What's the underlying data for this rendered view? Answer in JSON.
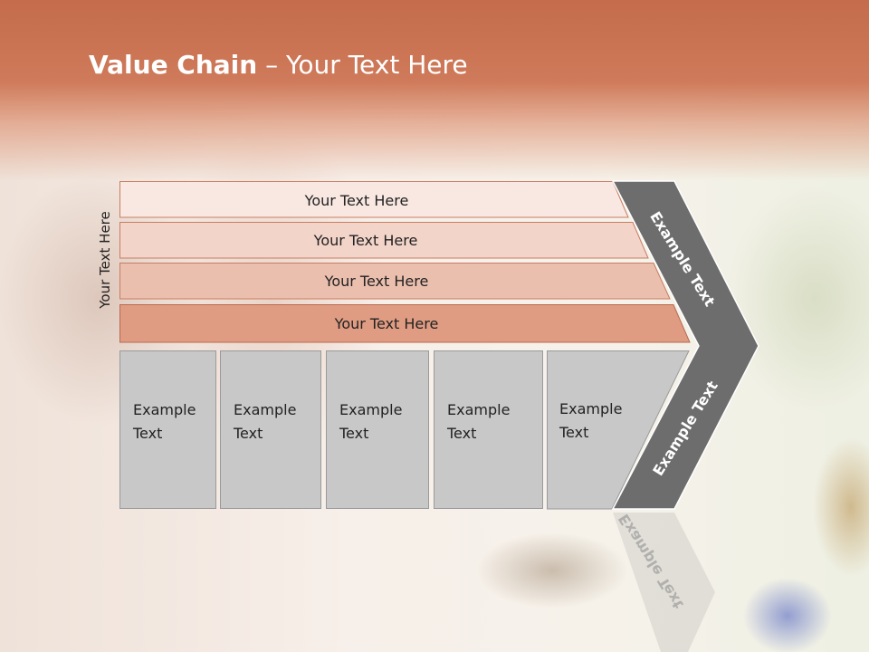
{
  "title": {
    "bold": "Value Chain",
    "rest": " – Your Text Here"
  },
  "side_label": "Your Text Here",
  "bands": [
    {
      "label": "Your Text Here",
      "color": "#f9e8e2"
    },
    {
      "label": "Your Text Here",
      "color": "#f3d4c9"
    },
    {
      "label": "Your Text Here",
      "color": "#ebbfae"
    },
    {
      "label": "Your Text Here",
      "color": "#df9c82"
    }
  ],
  "columns": [
    {
      "label": "Example\nText"
    },
    {
      "label": "Example\nText"
    },
    {
      "label": "Example\nText"
    },
    {
      "label": "Example\nText"
    },
    {
      "label": "Example\nText"
    }
  ],
  "chevron": {
    "top_label": "Example Text",
    "bottom_label": "Example Text",
    "color": "#6d6d6d"
  },
  "colors": {
    "header": "#c46c4c",
    "column_fill": "#c8c8c8"
  }
}
